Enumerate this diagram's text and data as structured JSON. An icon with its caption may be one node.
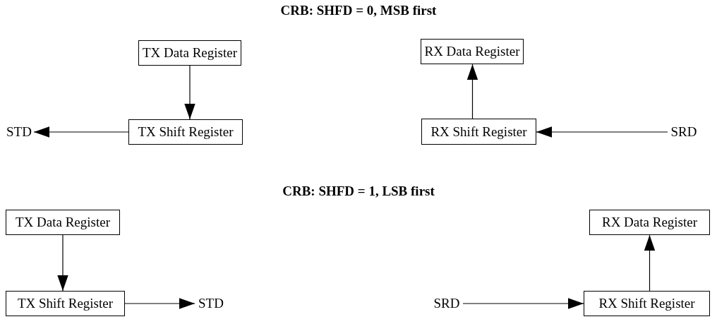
{
  "diagram": {
    "nodes": [
      {
        "text": [
          "TX Data Register"
        ]
      },
      {
        "text": [
          "TX Shift Register"
        ]
      },
      {
        "text": [
          "STD"
        ]
      },
      {
        "text": [
          "RX Data Register"
        ]
      },
      {
        "text": [
          "RX Shift Register"
        ]
      },
      {
        "text": [
          "SRD"
        ]
      },
      {
        "text": [
          "TX Data Register"
        ]
      },
      {
        "text": [
          "TX Shift Register"
        ]
      },
      {
        "text": [
          "STD"
        ]
      },
      {
        "text": [
          "SRD"
        ]
      },
      {
        "text": [
          "RX Data Register"
        ]
      },
      {
        "text": [
          "RX Shift Register"
        ]
      }
    ],
    "edges": [
      {
        "from": 0,
        "to": 1,
        "arrow": "to"
      },
      {
        "from": 1,
        "to": 2,
        "arrow": "to"
      },
      {
        "from": 4,
        "to": 3,
        "arrow": "to"
      },
      {
        "from": 5,
        "to": 4,
        "arrow": "to"
      },
      {
        "from": 6,
        "to": 7,
        "arrow": "to"
      },
      {
        "from": 7,
        "to": 8,
        "arrow": "to"
      },
      {
        "from": 9,
        "to": 11,
        "arrow": "to"
      },
      {
        "from": 11,
        "to": 10,
        "arrow": "to"
      }
    ],
    "labels": [
      "CRB: SHFD = 0, MSB first",
      "CRB: SHFD = 1, LSB first"
    ]
  }
}
